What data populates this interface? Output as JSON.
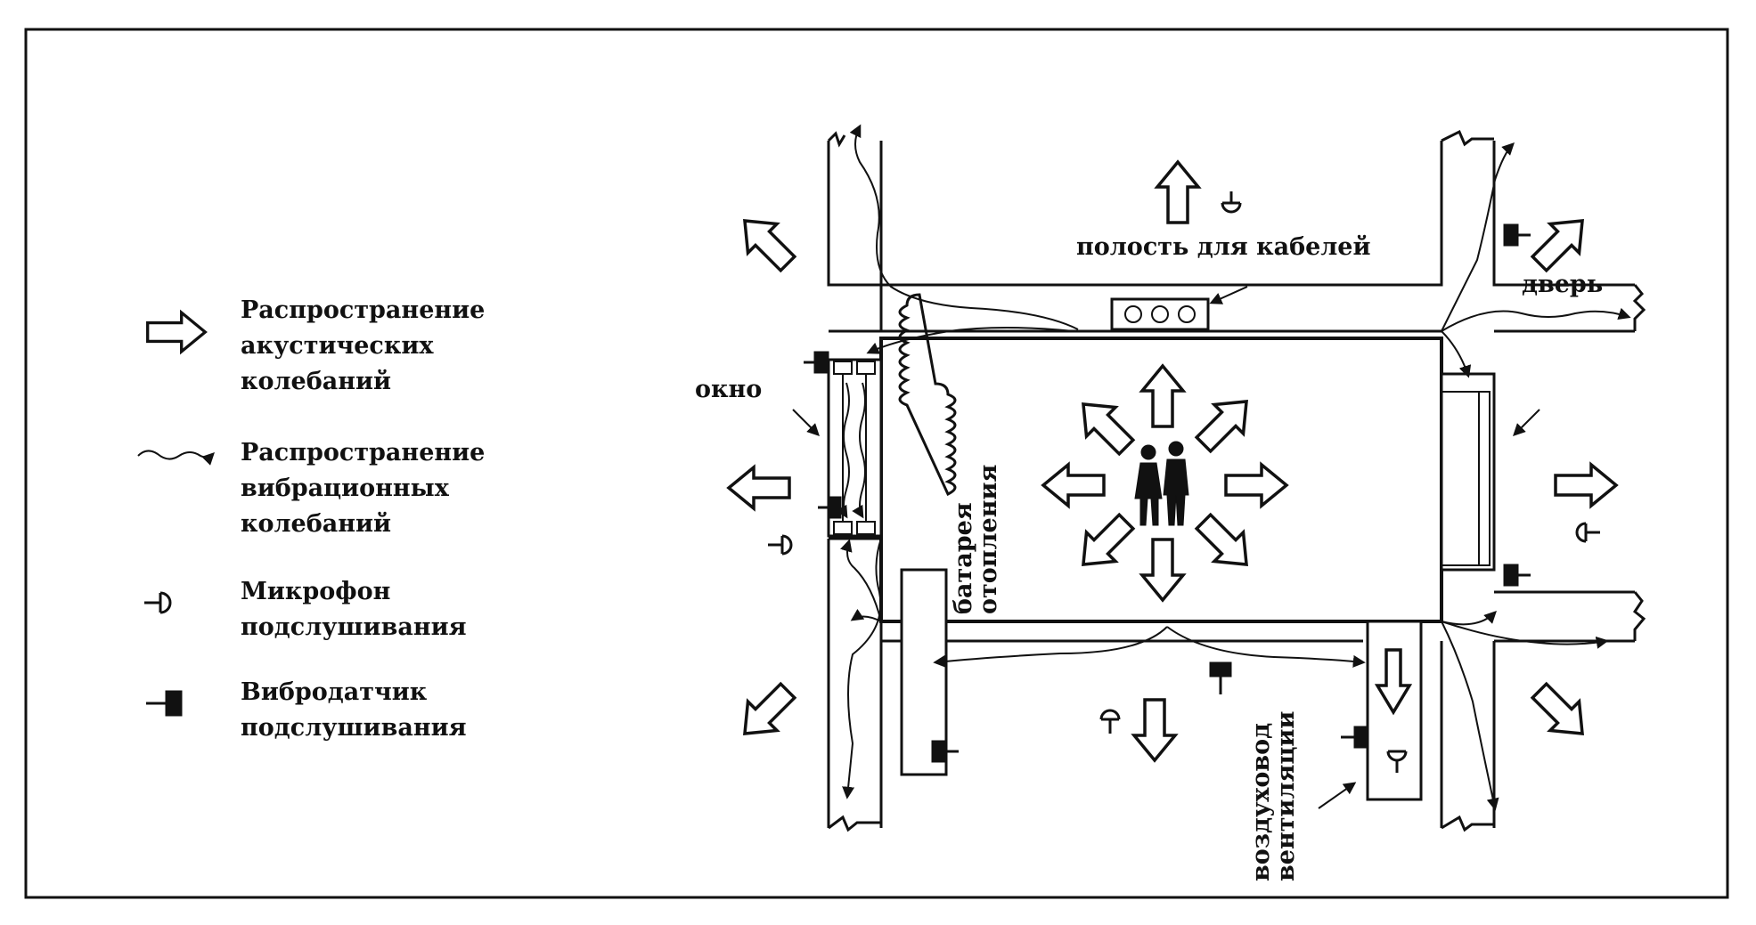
{
  "legend": {
    "acoustic": [
      "Распространение",
      "акустических",
      "колебаний"
    ],
    "vibration": [
      "Распространение",
      "вибрационных",
      "колебаний"
    ],
    "microphone": [
      "Микрофон",
      "подслушивания"
    ],
    "vibrosensor": [
      "Вибродатчик",
      "подслушивания"
    ]
  },
  "labels": {
    "cable_cavity": "полость для кабелей",
    "window": "окно",
    "door": "дверь",
    "radiator": [
      "батарея",
      "отопления"
    ],
    "ventilation": [
      "воздуховод",
      "вентиляции"
    ]
  }
}
